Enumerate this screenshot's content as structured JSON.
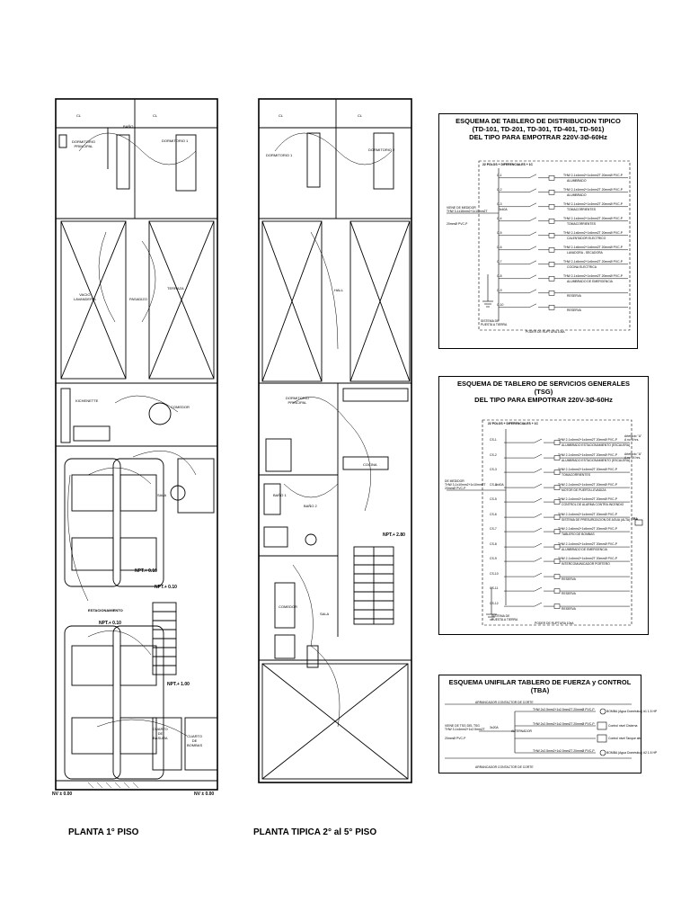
{
  "drawing": {
    "plans": [
      {
        "id": "p1",
        "label": "PLANTA 1° PISO",
        "rooms": [
          {
            "text": "CL",
            "bold": false
          },
          {
            "text": "CL",
            "bold": false
          },
          {
            "text": "BAÑO",
            "bold": false
          },
          {
            "text": "DORMITORIO\nPRINCIPAL",
            "bold": false
          },
          {
            "text": "DORMITORIO 1",
            "bold": false
          },
          {
            "text": "VACIO\nLAVANDERIA",
            "bold": false
          },
          {
            "text": "PASADIZO",
            "bold": false
          },
          {
            "text": "TERRAZA",
            "bold": false
          },
          {
            "text": "KICHENETTE",
            "bold": false
          },
          {
            "text": "COMEDOR",
            "bold": false
          },
          {
            "text": "SALA",
            "bold": false
          },
          {
            "text": "ESTACIONAMIENTO",
            "bold": true
          },
          {
            "text": "CUARTO\nDE\nBASURA",
            "bold": false
          },
          {
            "text": "CUARTO\nDE\nBOMBAS",
            "bold": false
          }
        ],
        "levels": [
          "NPT.+ 0.10",
          "NPT.+ 0.10",
          "NPT.+ 1.00",
          "NPT.+ 0.10",
          "NV ± 0.00",
          "NV ± 0.00"
        ]
      },
      {
        "id": "p2",
        "label": "PLANTA TIPICA 2° al 5° PISO",
        "rooms": [
          {
            "text": "CL",
            "bold": false
          },
          {
            "text": "CL",
            "bold": false
          },
          {
            "text": "DORMITORIO 1",
            "bold": false
          },
          {
            "text": "DORMITORIO 2",
            "bold": false
          },
          {
            "text": "HALL",
            "bold": false
          },
          {
            "text": "DORMITORIO\nPRINCIPAL",
            "bold": false
          },
          {
            "text": "BAÑO 1",
            "bold": false
          },
          {
            "text": "BAÑO 2",
            "bold": false
          },
          {
            "text": "COCINA",
            "bold": false
          },
          {
            "text": "COMEDOR",
            "bold": false
          },
          {
            "text": "SALA",
            "bold": false
          }
        ],
        "levels": [
          "NPT.+ 2.80"
        ]
      }
    ],
    "panels": [
      {
        "id": "td",
        "title_lines": [
          "ESQUEMA DE TABLERO DE DISTRIBUCION TIPICO",
          "(TD-101, TD-201, TD-301, TD-401, TD-501)",
          "DEL TIPO PARA EMPOTRAR 220V-3Ø-60Hz"
        ],
        "feeder": [
          "VIENE DE MEDIDOR",
          "THW 3-1x16mm2+1x10mm2T",
          "20mmØ PVC-P"
        ],
        "main_breaker": "3x40A",
        "bus_note": "22 POLOS + DIFERENCIALES + 1C",
        "ground": [
          "SISTEMA DE",
          "PUESTA A TIERRA"
        ],
        "capacity": "PODER DE RUPTURA 10kA",
        "circuits": [
          {
            "id": "C-1",
            "cable": "THW 2-1x4mm2+1x4mm2T 20mmØ PVC-P",
            "load": "ALUMBRADO"
          },
          {
            "id": "C-2",
            "cable": "THW 2-1x4mm2+1x4mm2T 20mmØ PVC-P",
            "load": "ALUMBRADO"
          },
          {
            "id": "C-3",
            "cable": "THW 2-1x4mm2+1x4mm2T 20mmØ PVC-P",
            "load": "TOMACORRIENTES"
          },
          {
            "id": "C-4",
            "cable": "THW 2-1x4mm2+1x4mm2T 20mmØ PVC-P",
            "load": "TOMACORRIENTES"
          },
          {
            "id": "C-5",
            "cable": "THW 2-1x6mm2+1x6mm2T 20mmØ PVC-P",
            "load": "CALENTADOR ELECTRICO"
          },
          {
            "id": "C-6",
            "cable": "THW 2-1x6mm2+1x6mm2T 20mmØ PVC-P",
            "load": "LAVADORA - SECADORA"
          },
          {
            "id": "C-7",
            "cable": "THW 2-1x6mm2+1x6mm2T 20mmØ PVC-P",
            "load": "COCINA ELECTRICA"
          },
          {
            "id": "C-8",
            "cable": "THW 2-1x4mm2+1x4mm2T 20mmØ PVC-P",
            "load": "ALUMBRADO DE EMERGENCIA"
          },
          {
            "id": "C-9",
            "cable": "",
            "load": "RESERVA"
          },
          {
            "id": "C-10",
            "cable": "",
            "load": "RESERVA"
          }
        ]
      },
      {
        "id": "tsg",
        "title_lines": [
          "ESQUEMA DE TABLERO DE SERVICIOS GENERALES",
          "(TSG)",
          "DEL TIPO PARA EMPOTRAR 220V-3Ø-60Hz"
        ],
        "feeder": [
          "DE MEDIDOR",
          "THW 3-1x10mm2+1x10mm2T",
          "20mmØ PVC-P"
        ],
        "main_breaker": "3x40A",
        "bus_note": "22 POLOS + DIFERENCIALES + 1C",
        "ground": [
          "SISTEMA DE",
          "PUESTA A TIERRA"
        ],
        "capacity": "PODER DE RUPTURA 10kA",
        "side_notes": [
          "Artefacto \"A\"",
          "A no 8 hrs.",
          "Artefacto \"A\"",
          "A no 24 hrs.",
          "TBA"
        ],
        "circuits": [
          {
            "id": "CS-1",
            "cable": "THW 2-1x4mm2+1x4mm2T 20mmØ PVC-P",
            "load": "ALUMBRADO ESTACIONAMIENTO (ESCALERA)"
          },
          {
            "id": "CS-2",
            "cable": "THW 2-1x4mm2+1x4mm2T 20mmØ PVC-P",
            "load": "ALUMBRADO ESTACIONAMIENTO (ESCALERA)"
          },
          {
            "id": "CS-3",
            "cable": "THW 2-1x4mm2+1x4mm2T 20mmØ PVC-P",
            "load": "TOMACORRIENTES"
          },
          {
            "id": "CS-4",
            "cable": "THW 2-1x4mm2+1x4mm2T 20mmØ PVC-P",
            "load": "MOTOR DE PUERTA LEVADIZA"
          },
          {
            "id": "CS-5",
            "cable": "THW 2-1x4mm2+1x4mm2T 20mmØ PVC-P",
            "load": "CONTROL DE ALARMA CONTRA INCENDIO"
          },
          {
            "id": "CS-6",
            "cable": "THW 2-1x4mm2+1x4mm2T 20mmØ PVC-P",
            "load": "SISTEMA DE PRESURIZACION DE AGUA (ALTA)"
          },
          {
            "id": "CS-7",
            "cable": "THW 2-1x6mm2+1x6mm2T 20mmØ PVC-P",
            "load": "TABLERO DE BOMBAS"
          },
          {
            "id": "CS-8",
            "cable": "THW 2-1x4mm2+1x4mm2T 20mmØ PVC-P",
            "load": "ALUMBRADO DE EMERGENCIA"
          },
          {
            "id": "CS-9",
            "cable": "THW 2-1x4mm2+1x4mm2T 20mmØ PVC-P",
            "load": "INTERCOMUNICADOR PORTERO"
          },
          {
            "id": "CS-10",
            "cable": "",
            "load": "RESERVA"
          },
          {
            "id": "CS-11",
            "cable": "",
            "load": "RESERVA"
          },
          {
            "id": "CS-12",
            "cable": "",
            "load": "RESERVA"
          }
        ]
      },
      {
        "id": "tba",
        "title_lines": [
          "ESQUEMA UNIFILAR TABLERO DE FUERZA y CONTROL (TBA)"
        ],
        "feeder": [
          "VIENE DE TSG DEL TSG",
          "THW 3-1x4mm2+1x2.5mm2T",
          "20mmØ PVC-P"
        ],
        "main_breaker": "3x20A",
        "top_note": "ARRANCADOR CONTACTOR DE CORTE",
        "bottom_note": "ARRANCADOR CONTACTOR DE CORTE",
        "alternator": "ALTERNADOR",
        "cables": [
          "THW 2x2.5mm2+1x2.5mm2T 20mmØ PVC-P",
          "THW 2x2.5mm2+1x2.5mm2T 20mmØ PVC-P",
          "THW 2x2.5mm2+1x2.5mm2T 20mmØ PVC-P"
        ],
        "loads": [
          "BOMBA (Agua Doméstica) #1 1.5 HP",
          "Control nivel Cisterna",
          "Control nivel Tanque alto",
          "BOMBA (Agua Doméstica) #2 1.5 HP"
        ]
      }
    ]
  }
}
